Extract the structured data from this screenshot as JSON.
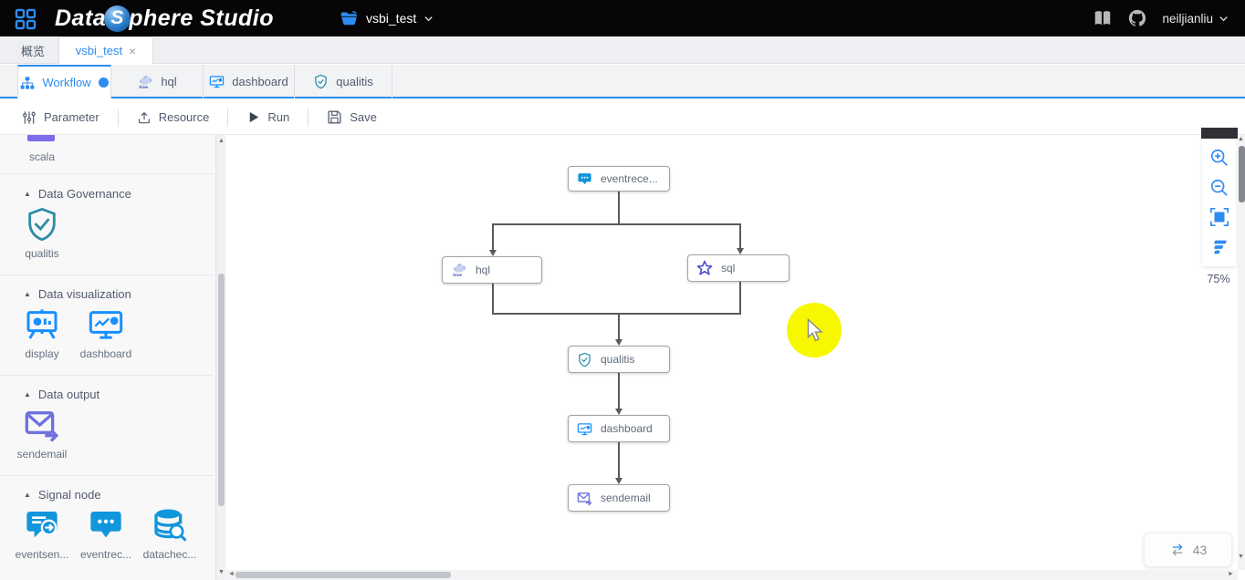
{
  "header": {
    "logo": {
      "part1": "Data",
      "sphere_letter": "S",
      "part2": "phere",
      "part3": " Studio"
    },
    "apps_icon": "grid-icon",
    "project_selector": {
      "icon": "folder-icon",
      "label": "vsbi_test",
      "chevron": "chevron-down-icon"
    },
    "docs_icon": "book-icon",
    "github_icon": "github-icon",
    "user": {
      "name": "neiljianliu",
      "chevron": "chevron-down-icon"
    }
  },
  "page_tabs": [
    {
      "label": "概览",
      "active": false
    },
    {
      "label": "vsbi_test",
      "active": true,
      "closable": true
    }
  ],
  "editor_tabs": [
    {
      "label": "Workflow",
      "icon": "workflow-icon",
      "active": true,
      "has_status_dot": true
    },
    {
      "label": "hql",
      "icon": "hive-icon",
      "active": false
    },
    {
      "label": "dashboard",
      "icon": "monitor-chart-icon",
      "active": false
    },
    {
      "label": "qualitis",
      "icon": "shield-check-icon",
      "active": false
    }
  ],
  "toolbar": {
    "buttons": [
      {
        "label": "Parameter",
        "icon": "sliders-icon"
      },
      {
        "label": "Resource",
        "icon": "upload-icon"
      },
      {
        "label": "Run",
        "icon": "play-icon"
      },
      {
        "label": "Save",
        "icon": "save-icon"
      }
    ]
  },
  "node_palette": {
    "partial_item_top": {
      "label": "scala",
      "icon": "scala-icon",
      "color": "#7c6ce8"
    },
    "sections": [
      {
        "title": "Data Governance",
        "items": [
          {
            "label": "qualitis",
            "icon": "shield-check-icon",
            "color": "#2e8ca8"
          }
        ]
      },
      {
        "title": "Data visualization",
        "items": [
          {
            "label": "display",
            "icon": "easel-chart-icon",
            "color": "#1890ff"
          },
          {
            "label": "dashboard",
            "icon": "monitor-chart-icon",
            "color": "#1890ff"
          }
        ]
      },
      {
        "title": "Data output",
        "items": [
          {
            "label": "sendemail",
            "icon": "mail-send-icon",
            "color": "#6f72dd"
          }
        ]
      },
      {
        "title": "Signal node",
        "items": [
          {
            "label": "eventsen...",
            "icon": "chat-send-icon",
            "color": "#1296db"
          },
          {
            "label": "eventrec...",
            "icon": "chat-dots-icon",
            "color": "#1296db"
          },
          {
            "label": "datachec...",
            "icon": "database-search-icon",
            "color": "#1296db"
          }
        ]
      }
    ]
  },
  "canvas": {
    "nodes": [
      {
        "label": "eventrece...",
        "icon": "chat-dots-icon"
      },
      {
        "label": "hql",
        "icon": "hive-icon"
      },
      {
        "label": "sql",
        "icon": "spark-star-icon"
      },
      {
        "label": "qualitis",
        "icon": "shield-check-icon"
      },
      {
        "label": "dashboard",
        "icon": "monitor-chart-icon"
      },
      {
        "label": "sendemail",
        "icon": "mail-send-icon"
      }
    ],
    "edges": [
      {
        "from": "eventrece...",
        "to": "hql"
      },
      {
        "from": "eventrece...",
        "to": "sql"
      },
      {
        "from": "hql",
        "to": "qualitis"
      },
      {
        "from": "sql",
        "to": "qualitis"
      },
      {
        "from": "qualitis",
        "to": "dashboard"
      },
      {
        "from": "dashboard",
        "to": "sendemail"
      }
    ],
    "zoom_controls": {
      "zoom_level": "75%",
      "icons": [
        "zoom-in-icon",
        "zoom-out-icon",
        "fit-view-icon",
        "format-icon"
      ]
    },
    "execution_badge": {
      "icon": "swap-icon",
      "count": "43"
    }
  },
  "glyphs": {
    "close": "×",
    "up": "▲",
    "down": "▼",
    "left": "◄",
    "right": "►",
    "collapse": "▲"
  },
  "colors": {
    "accent": "#2d8cf0",
    "header_bg": "#060606",
    "node_border": "#a3a3a3",
    "edge": "#5a5a5a",
    "highlight": "#f7f700",
    "qualitis_teal": "#2e8ca8",
    "mail_purple": "#6f72dd",
    "signal_blue": "#1296db"
  }
}
